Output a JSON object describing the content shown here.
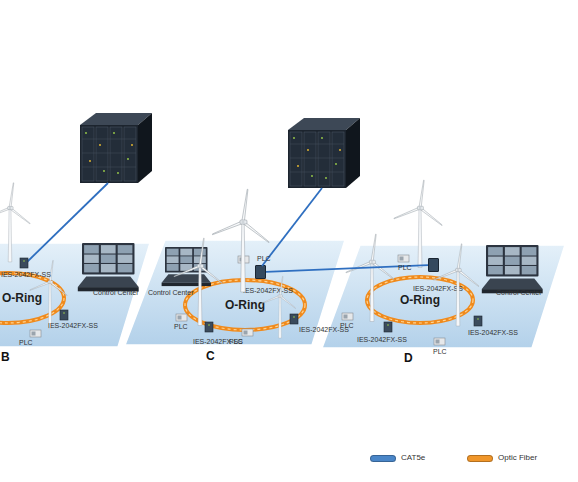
{
  "diagram": {
    "nodes": [
      {
        "text": [
          "B"
        ]
      },
      {
        "text": [
          "O-Ring"
        ],
        "in": 0
      },
      {
        "text": [
          "C"
        ]
      },
      {
        "text": [
          "O-Ring"
        ],
        "in": 2
      },
      {
        "text": [
          "IES-2042FX-SS"
        ],
        "in": 2
      },
      {
        "text": [
          "D"
        ]
      },
      {
        "text": [
          "O-Ring"
        ],
        "in": 5
      },
      {
        "text": [
          "IES-2042FX-SS"
        ],
        "in": 5
      }
    ],
    "edges": [
      {
        "from": 4,
        "to": 7,
        "arrow": "none"
      }
    ],
    "labels": [
      "IES-2042FX-SS",
      "Control Center",
      "IES-2042FX-SS",
      "PLC",
      "PLC",
      "Control Center",
      "PLC",
      "IES-2042FX-SS",
      "IES-2042FX-SS",
      "PLC",
      "PLC",
      "Control Center",
      "PLC",
      "IES-2042FX-SS",
      "IES-2042FX-SS",
      "PLC"
    ],
    "legend": [
      {
        "text": "CAT5e",
        "color": "#4a86c8"
      },
      {
        "text": "Optic Fiber",
        "color": "#f0962a"
      }
    ]
  }
}
